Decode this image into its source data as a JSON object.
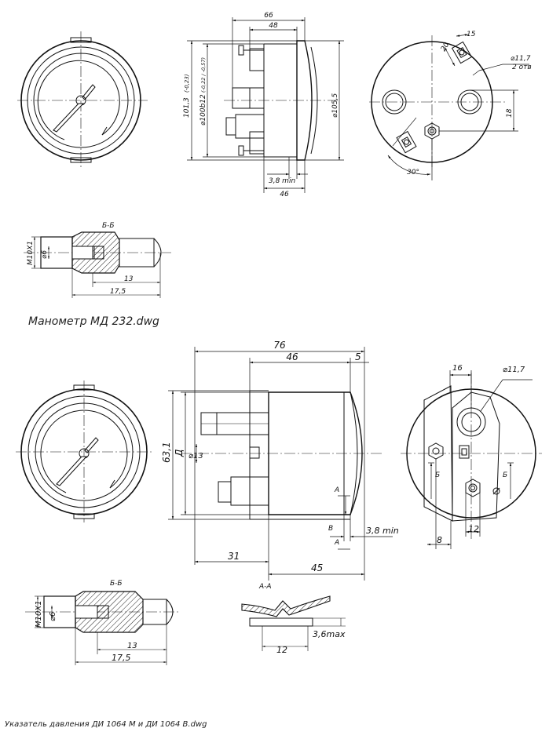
{
  "captions": {
    "top_file": "Манометр МД 232.dwg",
    "bottom_file": "Указатель давления ДИ 1064 М и ДИ 1064 В.dwg"
  },
  "top": {
    "dims": {
      "d66": "66",
      "d48": "48",
      "d101": "101,3",
      "d101_tol": "(-0,23)",
      "d100": "⌀100b12",
      "d100_tol": "(-0,22 / -0,57)",
      "d105": "⌀105,5",
      "d38": "3,8 min",
      "d46": "46",
      "d15": "15",
      "d20": "20",
      "d117": "⌀11,7",
      "d117_note": "2 отв",
      "d18": "18",
      "d30": "30°"
    },
    "section": {
      "title": "Б-Б",
      "thread": "M10X1",
      "bore": "⌀6",
      "d13": "13",
      "d175": "17,5"
    }
  },
  "bottom": {
    "dims": {
      "d76": "76",
      "d46": "46",
      "d5": "5",
      "d631": "63,1",
      "dD": "Д",
      "d13": "⌀13",
      "d31": "31",
      "d45": "45",
      "d38": "3,8 min",
      "a1": "А",
      "a2": "А",
      "b": "В",
      "d16": "16",
      "d117": "⌀11,7",
      "d8": "8",
      "d12": "12",
      "bb1": "Б",
      "bb2": "Б"
    },
    "section": {
      "title": "Б-Б",
      "thread": "M10X1",
      "bore": "⌀6",
      "d13": "13",
      "d175": "17,5"
    },
    "aa": {
      "title": "А-А",
      "d36": "3,6max",
      "d12": "12"
    }
  }
}
